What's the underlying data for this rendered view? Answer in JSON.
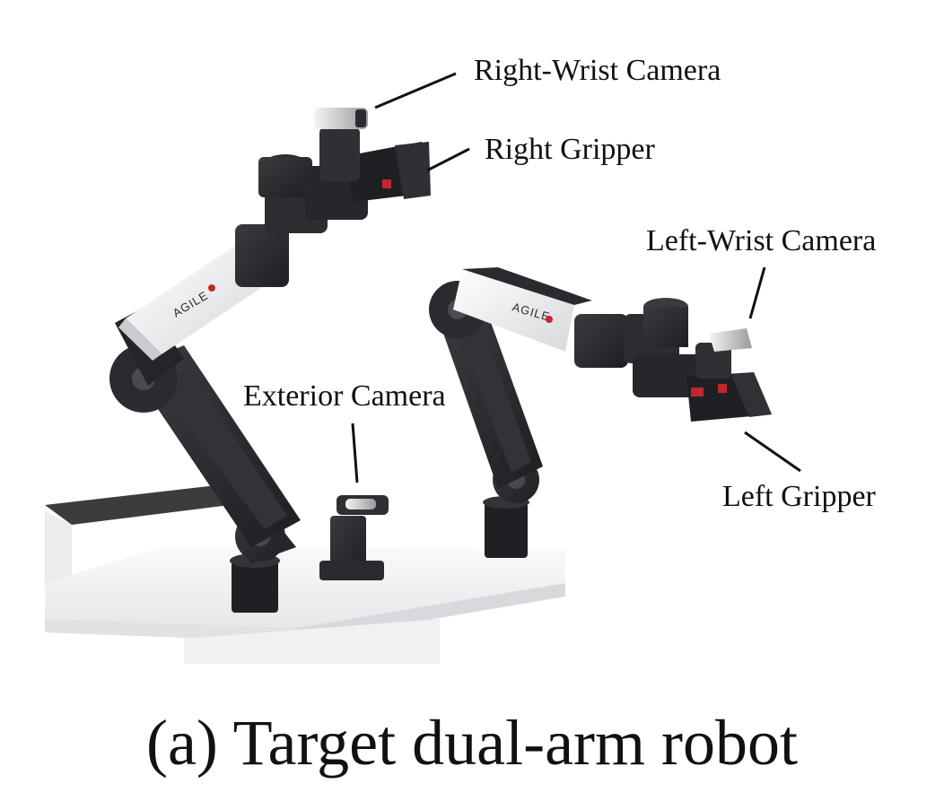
{
  "labels": {
    "right_wrist_camera": "Right-Wrist Camera",
    "right_gripper": "Right Gripper",
    "left_wrist_camera": "Left-Wrist Camera",
    "exterior_camera": "Exterior Camera",
    "left_gripper": "Left Gripper"
  },
  "arm_logo": "AGILE",
  "caption": "(a) Target dual-arm robot",
  "colors": {
    "arm_dark": "#2a2b2e",
    "arm_light": "#e9eaec",
    "accent_red": "#c0282d",
    "table": "#f3f4f5"
  }
}
